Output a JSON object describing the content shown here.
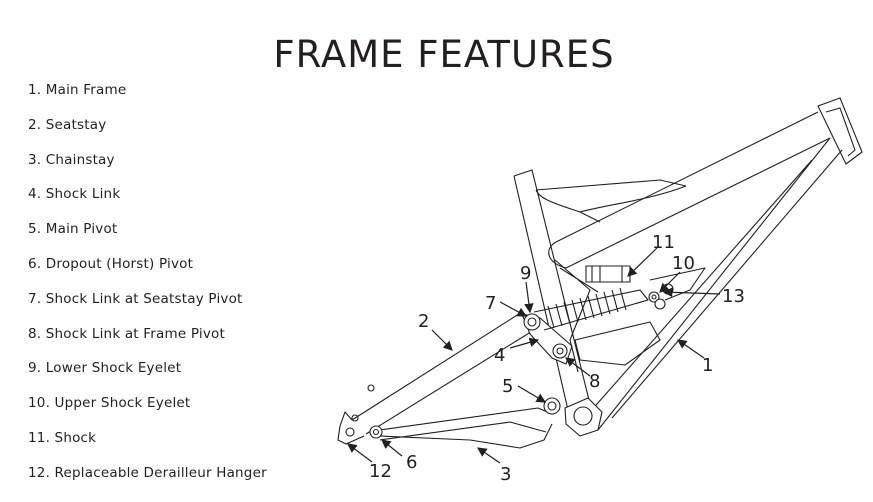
{
  "title": "FRAME FEATURES",
  "features": [
    "1. Main Frame",
    "2. Seatstay",
    "3. Chainstay",
    "4. Shock Link",
    "5. Main Pivot",
    "6. Dropout (Horst) Pivot",
    "7. Shock Link at Seatstay Pivot",
    "8. Shock Link at Frame Pivot",
    "9. Lower Shock Eyelet",
    "10. Upper Shock Eyelet",
    "11. Shock",
    "12. Replaceable Derailleur Hanger"
  ],
  "callouts": [
    "1",
    "2",
    "3",
    "4",
    "5",
    "6",
    "7",
    "8",
    "9",
    "10",
    "11",
    "12",
    "13"
  ]
}
